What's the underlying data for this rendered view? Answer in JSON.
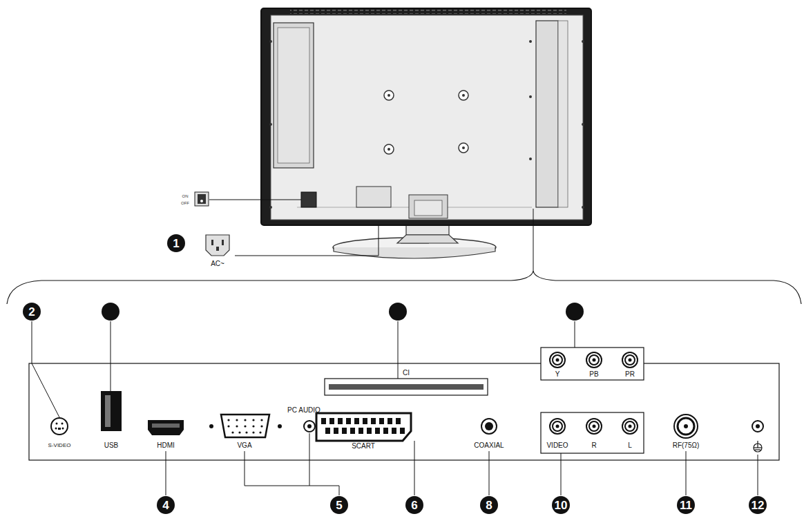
{
  "diagram": {
    "labels": [
      "ON",
      "OFF",
      "1",
      "AC~",
      "2",
      "S-VIDEO",
      "USB",
      "HDMI",
      "4",
      "VGA",
      "PC AUDIO",
      "5",
      "CI",
      "SCART",
      "6",
      "COAXIAL",
      "8",
      "Y",
      "PB",
      "PR",
      "VIDEO",
      "R",
      "L",
      "10",
      "RF(75Ω)",
      "11",
      "12"
    ]
  }
}
